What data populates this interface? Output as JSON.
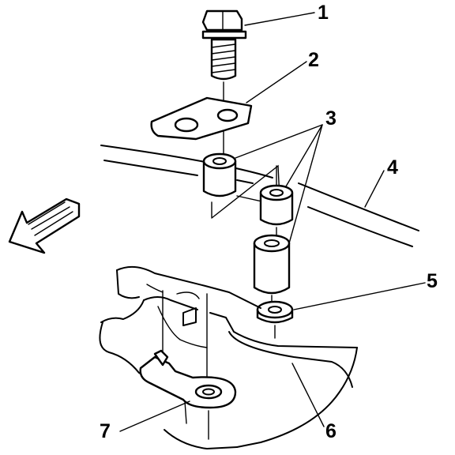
{
  "callouts": [
    {
      "id": "1",
      "label": "1"
    },
    {
      "id": "2",
      "label": "2"
    },
    {
      "id": "3",
      "label": "3"
    },
    {
      "id": "4",
      "label": "4"
    },
    {
      "id": "5",
      "label": "5"
    },
    {
      "id": "6",
      "label": "6"
    },
    {
      "id": "7",
      "label": "7"
    }
  ],
  "icons": {
    "direction_arrow": "forward-direction-arrow-icon"
  }
}
